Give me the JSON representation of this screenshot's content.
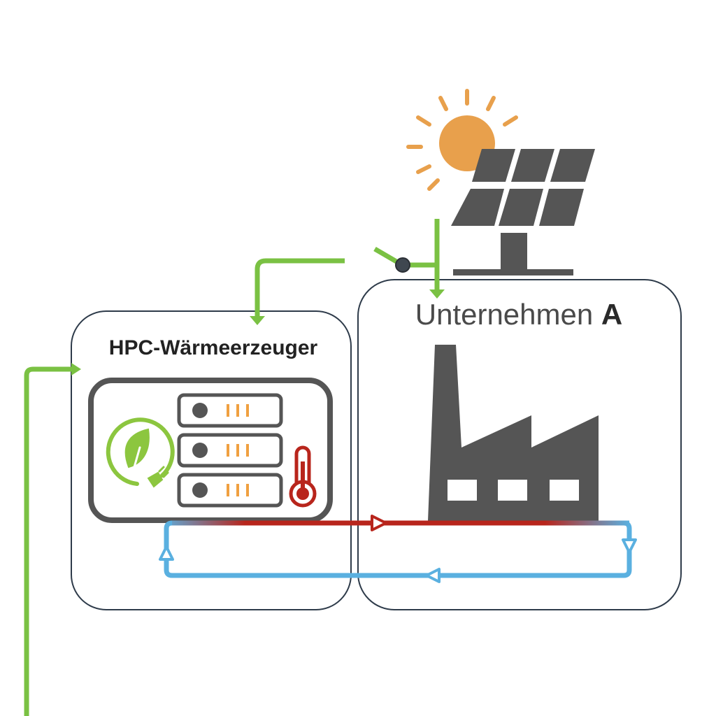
{
  "hpc_box": {
    "title": "HPC-Wärmeerzeuger"
  },
  "company_box": {
    "title_main": "Unternehmen",
    "title_suffix": "A"
  },
  "icons": [
    "sun-icon",
    "solar-panel-icon",
    "factory-icon",
    "server-rack-icon",
    "green-energy-leaf-icon",
    "thermometer-icon",
    "switch-icon"
  ],
  "colors": {
    "power_line": "#7ac143",
    "hot_water": "#b8251c",
    "cold_water": "#5ab0e0",
    "box_border": "#2e3b4a",
    "icon_dark": "#555555",
    "sun": "#e8a04c",
    "server_led": "#f0a040"
  }
}
